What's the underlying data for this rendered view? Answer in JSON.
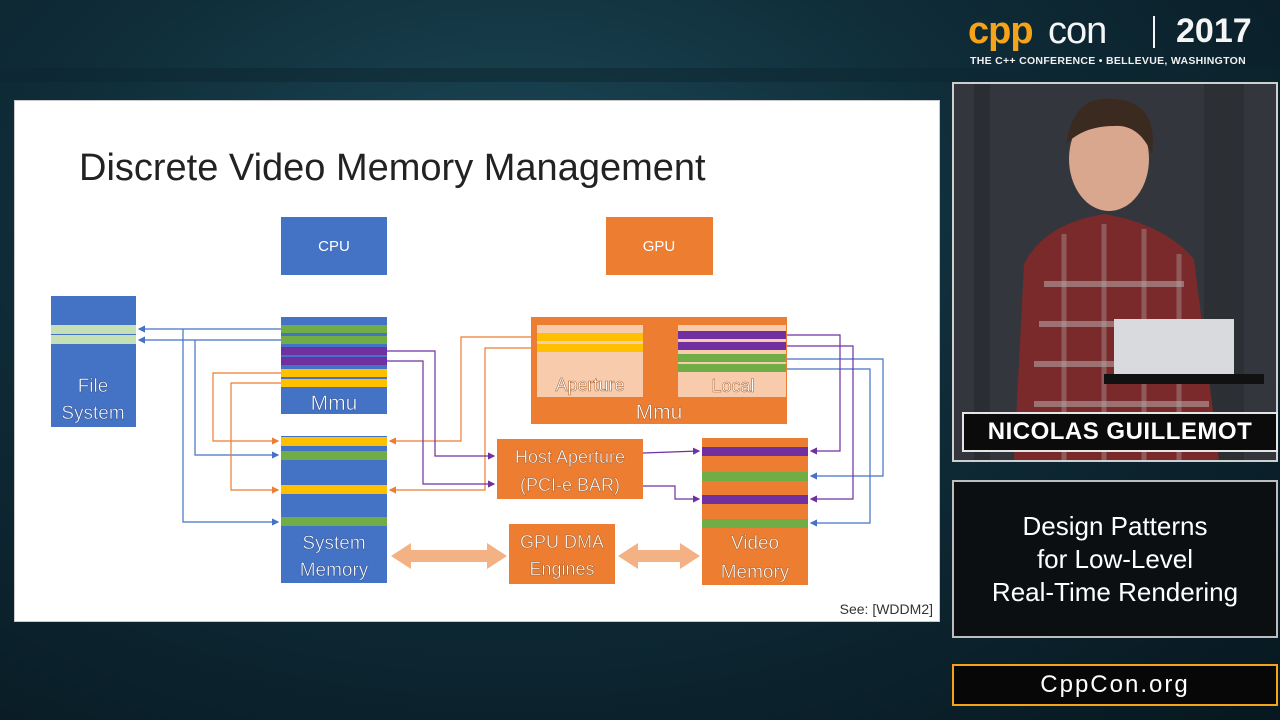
{
  "logo": {
    "cpp": "cpp",
    "con": "con",
    "year": "2017",
    "subtitle": "THE C++ CONFERENCE • BELLEVUE, WASHINGTON"
  },
  "slide": {
    "title": "Discrete Video Memory Management",
    "reference": "See: [WDDM2]",
    "diagram": {
      "cpu": "CPU",
      "gpu": "GPU",
      "file_system_line1": "File",
      "file_system_line2": "System",
      "cpu_mmu": "Mmu",
      "aperture": "Aperture",
      "local": "Local",
      "gpu_mmu": "Mmu",
      "host_aperture_line1": "Host Aperture",
      "host_aperture_line2": "(PCI-e BAR)",
      "system_memory_line1": "System",
      "system_memory_line2": "Memory",
      "gpu_dma_line1": "GPU DMA",
      "gpu_dma_line2": "Engines",
      "video_memory_line1": "Video",
      "video_memory_line2": "Memory"
    },
    "colors": {
      "blue": "#4472c4",
      "orange": "#ed7d31",
      "green": "#70ad47",
      "purple": "#7030a0",
      "yellow": "#ffc000",
      "light_green": "#c5e0b4",
      "salmon": "#f4b183",
      "light_salmon": "#f8cbad"
    }
  },
  "speaker": {
    "name": "NICOLAS GUILLEMOT"
  },
  "talk": {
    "line1": "Design Patterns",
    "line2": "for Low-Level",
    "line3": "Real-Time Rendering"
  },
  "site": "CppCon.org"
}
